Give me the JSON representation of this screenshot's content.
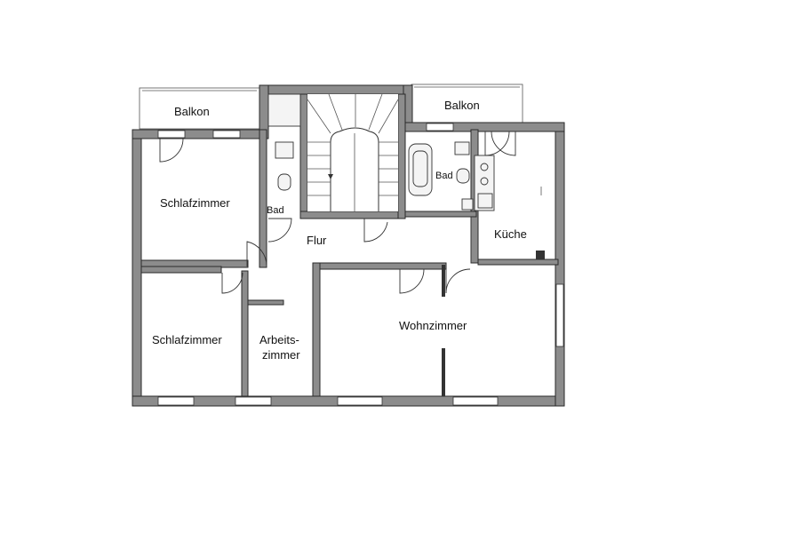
{
  "rooms": {
    "balkon_left": "Balkon",
    "balkon_right": "Balkon",
    "schlafzimmer_top": "Schlafzimmer",
    "bad_left": "Bad",
    "bad_right": "Bad",
    "flur": "Flur",
    "kueche": "Küche",
    "schlafzimmer_bottom": "Schlafzimmer",
    "arbeitszimmer_line1": "Arbeits-",
    "arbeitszimmer_line2": "zimmer",
    "wohnzimmer": "Wohnzimmer"
  }
}
